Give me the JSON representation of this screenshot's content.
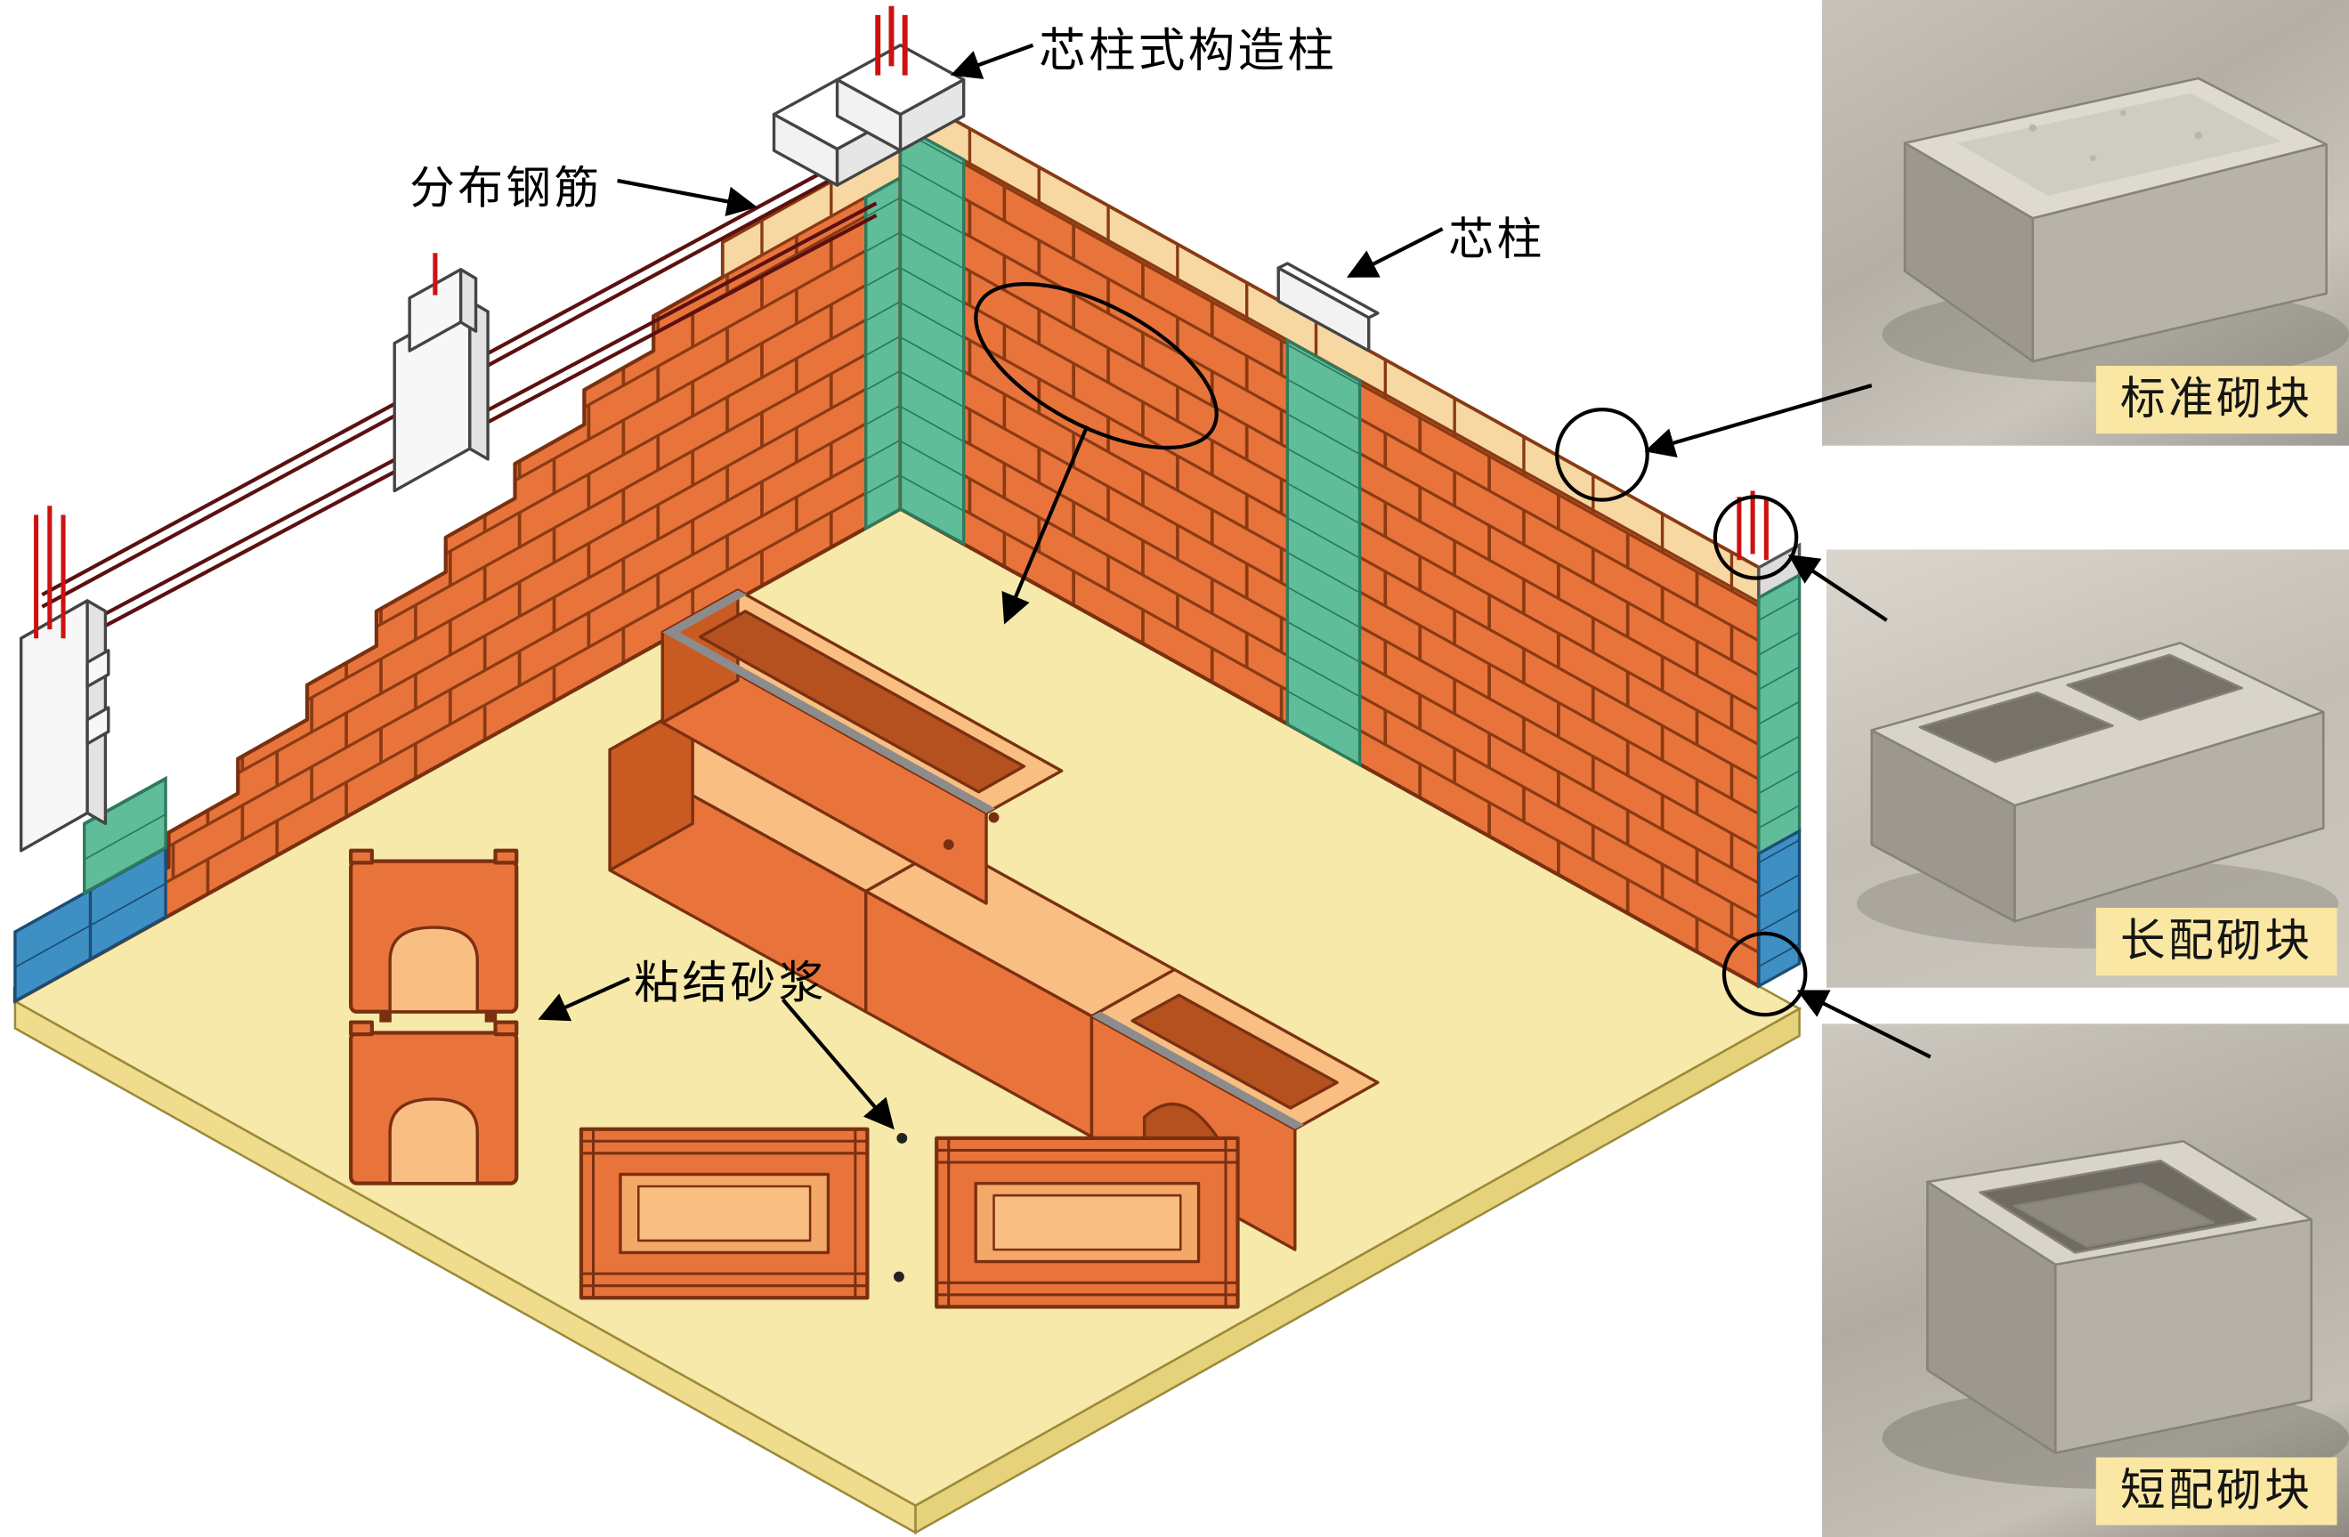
{
  "annotations": {
    "corner_column": "芯柱式构造柱",
    "distributed_rebar": "分布钢筋",
    "core_column": "芯柱",
    "bonding_mortar": "粘结砂浆"
  },
  "photos": [
    {
      "id": "standard-block",
      "label": "标准砌块"
    },
    {
      "id": "long-block",
      "label": "长配砌块"
    },
    {
      "id": "short-block",
      "label": "短配砌块"
    }
  ],
  "colors": {
    "brick_orange": "#E8743B",
    "brick_outline": "#8A3A12",
    "block_cream": "#F7D7A2",
    "core_column_teal": "#5FBE99",
    "foundation_blue": "#3E8FC4",
    "floor_yellow": "#F6E9A9",
    "rebar_red": "#CC1111",
    "distribution_bar_maroon": "#5C1010",
    "mortar_gray": "#8C8C8C",
    "photo_label_bg": "#F9E7A3"
  }
}
